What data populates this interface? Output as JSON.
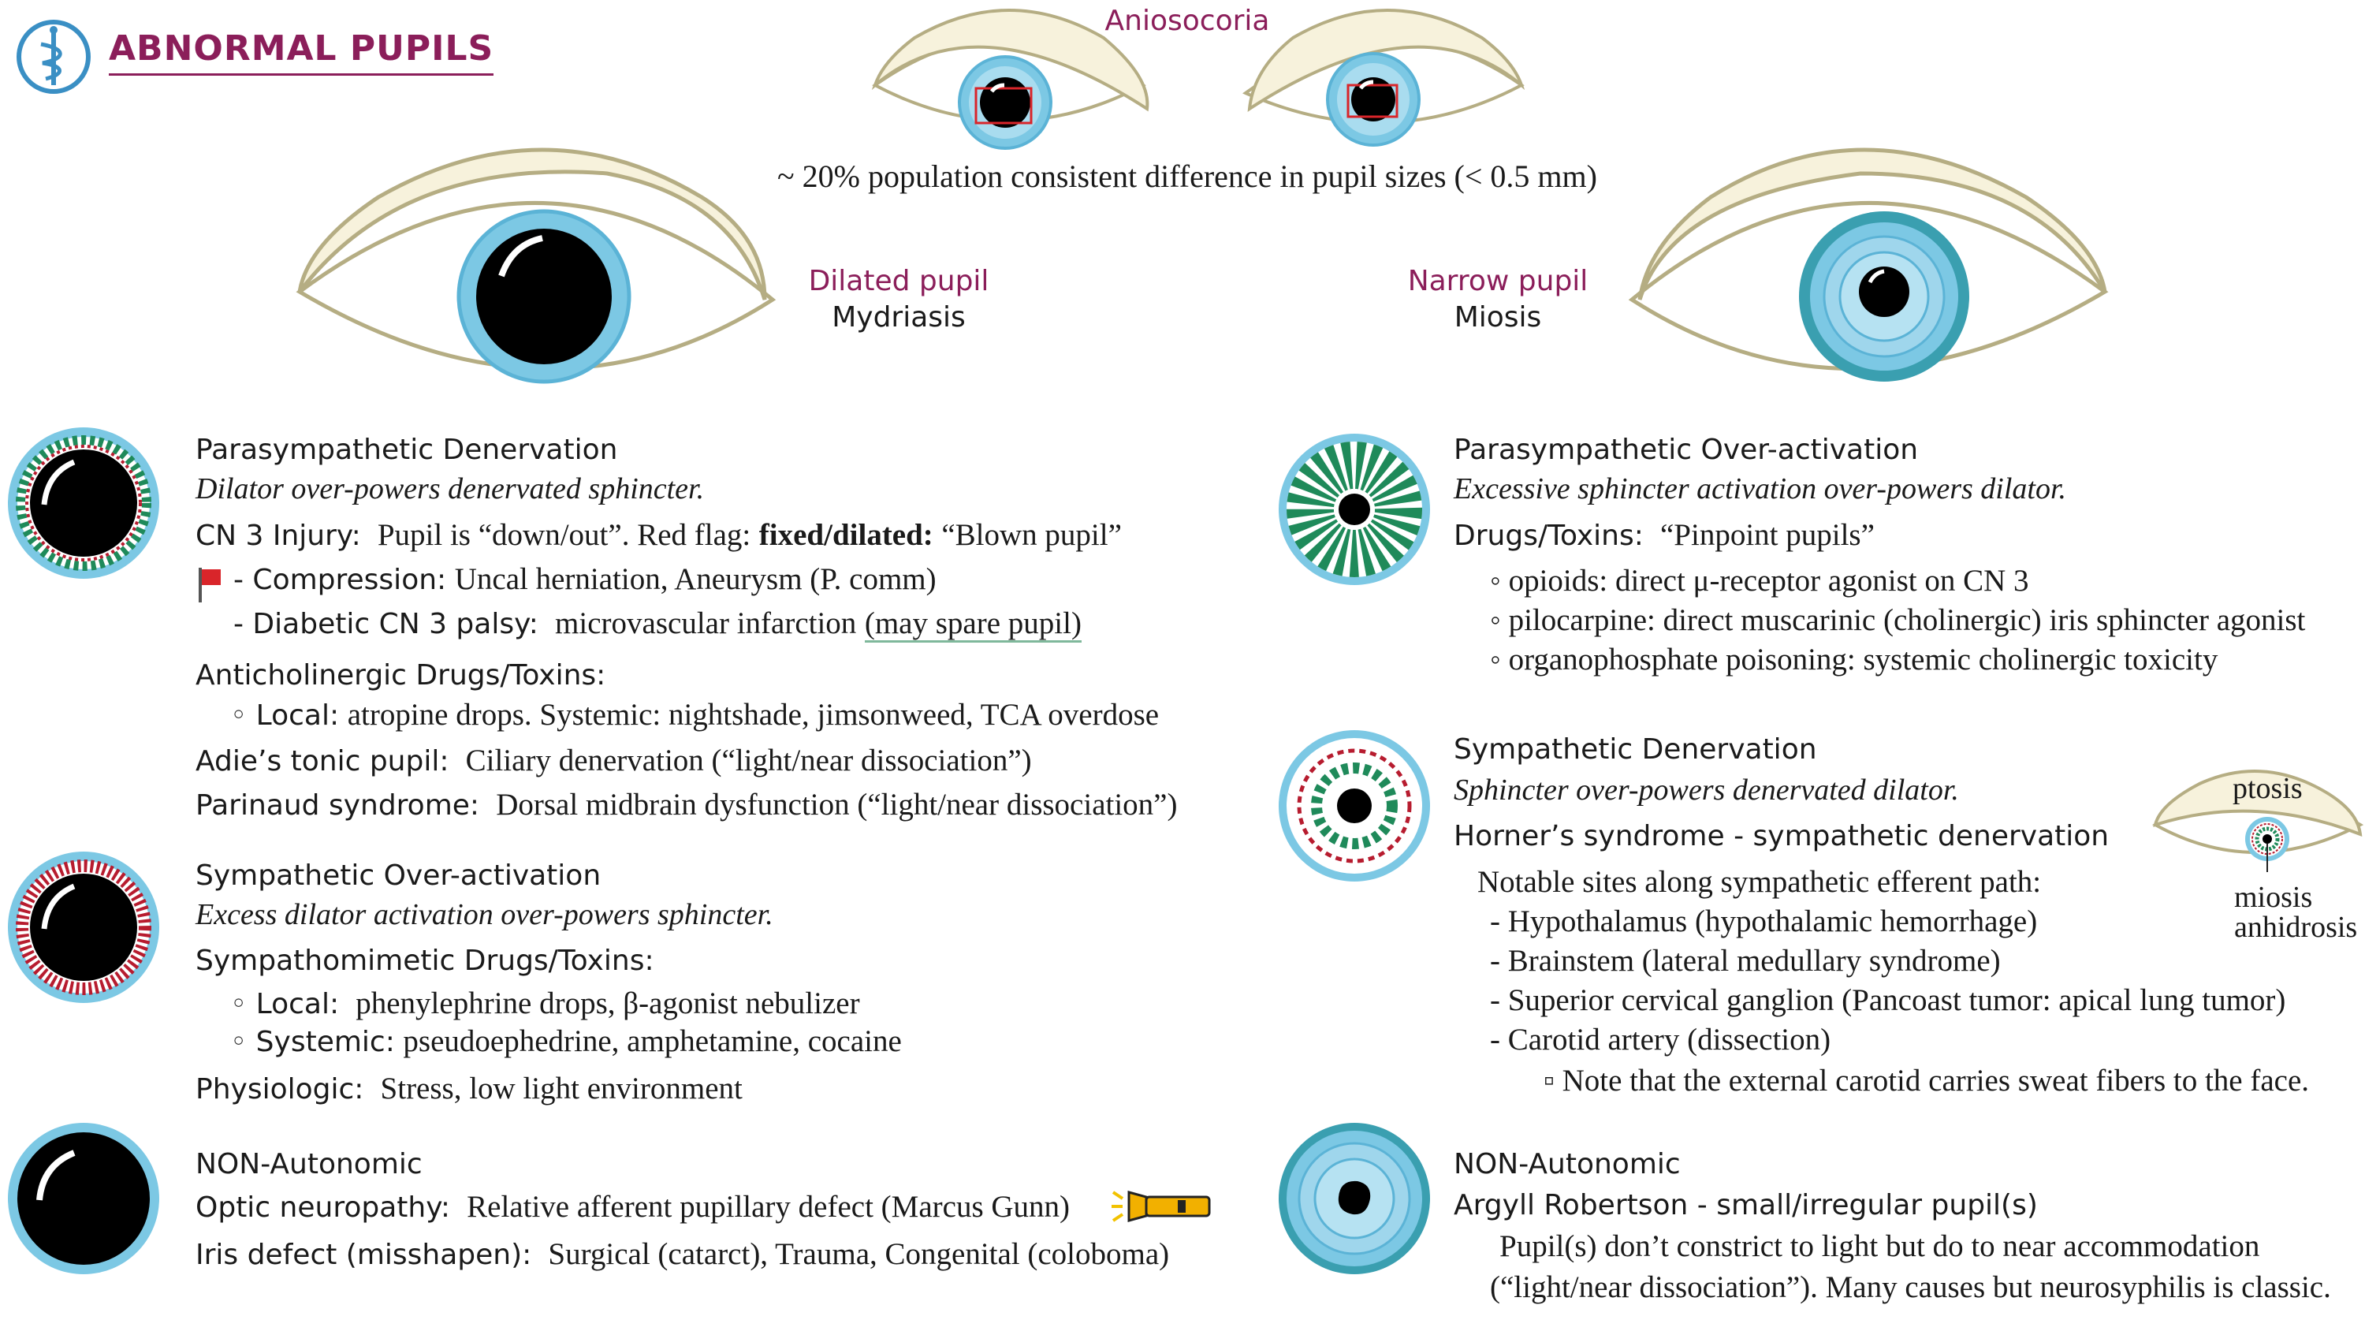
{
  "title": "ABNORMAL PUPILS",
  "aniso": {
    "label": "Aniosocoria",
    "caption": "~ 20% population consistent difference in pupil sizes (< 0.5 mm)"
  },
  "big_eyes": {
    "left": {
      "label": "Dilated pupil",
      "sub": "Mydriasis"
    },
    "right": {
      "label": "Narrow pupil",
      "sub": "Miosis"
    }
  },
  "left_col": {
    "para_den": {
      "heading": "Parasympathetic Denervation",
      "italic": "Dilator over-powers denervated sphincter.",
      "l1_label": "CN 3 Injury:",
      "l1_a": "Pupil is “down/out”.  Red flag:",
      "l1_b": "fixed/dilated:",
      "l1_c": "“Blown pupil”",
      "l2_label": "- Compression:",
      "l2_val": "Uncal herniation, Aneurysm (P. comm)",
      "l3_label": "- Diabetic CN 3 palsy:",
      "l3_val": "microvascular infarction",
      "l3_ul": "(may spare pupil)",
      "l4": "Anticholinergic Drugs/Toxins:",
      "l5_label": "◦ Local:",
      "l5_val": "atropine drops.  Systemic: nightshade, jimsonweed, TCA overdose",
      "l6_label": "Adie’s tonic pupil:",
      "l6_val": "Ciliary denervation (“light/near dissociation”)",
      "l7_label": "Parinaud syndrome:",
      "l7_val": "Dorsal midbrain dysfunction (“light/near dissociation”)"
    },
    "symp_over": {
      "heading": "Sympathetic Over-activation",
      "italic": "Excess dilator activation over-powers sphincter.",
      "l1": "Sympathomimetic Drugs/Toxins:",
      "l2_label": "◦ Local:",
      "l2_val": "phenylephrine drops, β-agonist nebulizer",
      "l3_label": "◦ Systemic:",
      "l3_val": "pseudoephedrine, amphetamine, cocaine",
      "l4_label": "Physiologic:",
      "l4_val": "Stress, low light environment"
    },
    "non_auto": {
      "heading": "NON-Autonomic",
      "l1_label": "Optic neuropathy:",
      "l1_val": "Relative afferent pupillary defect (Marcus Gunn)",
      "l2_label": "Iris defect (misshapen):",
      "l2_val": "Surgical (catarct), Trauma, Congenital (coloboma)"
    }
  },
  "right_col": {
    "para_over": {
      "heading": "Parasympathetic Over-activation",
      "italic": "Excessive sphincter activation over-powers dilator.",
      "l1_label": "Drugs/Toxins:",
      "l1_val": "“Pinpoint pupils”",
      "l2": "◦ opioids: direct μ-receptor agonist on CN 3",
      "l3": "◦ pilocarpine:  direct muscarinic (cholinergic) iris sphincter agonist",
      "l4": "◦ organophosphate poisoning: systemic cholinergic toxicity"
    },
    "symp_den": {
      "heading": "Sympathetic Denervation",
      "italic": "Sphincter over-powers denervated dilator.",
      "l1": "Horner’s syndrome - sympathetic denervation",
      "l2": "Notable sites along sympathetic efferent path:",
      "l3": "-   Hypothalamus (hypothalamic hemorrhage)",
      "l4": "-   Brainstem (lateral medullary syndrome)",
      "l5": "-   Superior cervical ganglion (Pancoast tumor: apical lung tumor)",
      "l6": "-   Carotid artery (dissection)",
      "l7": "▫ Note that the external carotid carries sweat fibers to the face.",
      "ptosis": "ptosis",
      "miosis": "miosis",
      "anhidrosis": "anhidrosis"
    },
    "non_auto": {
      "heading": "NON-Autonomic",
      "l1": "Argyll Robertson - small/irregular pupil(s)",
      "l2": "Pupil(s) don’t constrict to light but do to near accommodation",
      "l3": "(“light/near dissociation”).  Many causes but neurosyphilis is classic."
    }
  },
  "colors": {
    "accent": "#8b1e5a",
    "iris": "#7cc8e4",
    "lid": "#f7f2dc",
    "lid_stroke": "#b5ad83",
    "green": "#1f8a5a",
    "red": "#b71c2f"
  },
  "icons": [
    "caduceus-icon",
    "red-flag-icon",
    "flashlight-icon"
  ]
}
